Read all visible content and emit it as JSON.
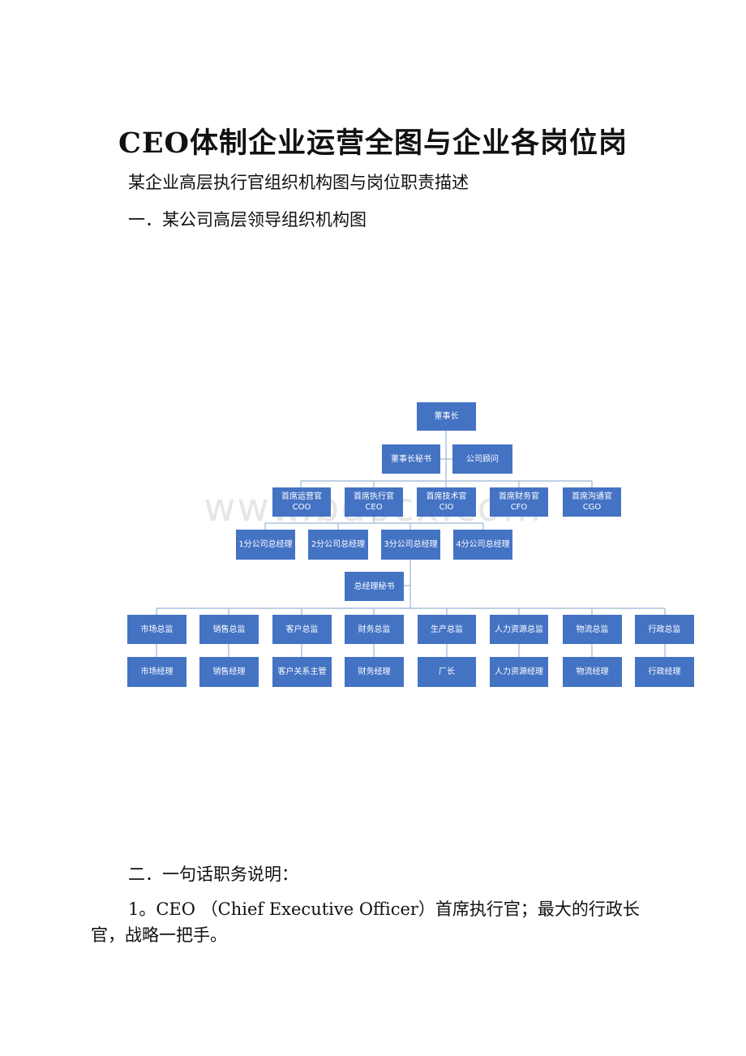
{
  "doc": {
    "title": "CEO体制企业运营全图与企业各岗位岗",
    "subtitle": "某企业高层执行官组织机构图与岗位职责描述",
    "section1": "一．某公司高层领导组织机构图",
    "section2": "二．一句话职务说明：",
    "item1_line1": "1。CEO （Chief Executive Officer）首席执行官；最大的行政长",
    "item1_line2": "官，战略一把手。"
  },
  "watermark": "www.bdocx.com",
  "org": {
    "chairman": "董事长",
    "chairman_secretary": "董事长秘书",
    "advisor": "公司顾问",
    "officers": [
      {
        "title": "首席运营官",
        "abbr": "COO"
      },
      {
        "title": "首席执行官",
        "abbr": "CEO"
      },
      {
        "title": "首席技术官",
        "abbr": "CIO"
      },
      {
        "title": "首席财务官",
        "abbr": "CFO"
      },
      {
        "title": "首席沟通官",
        "abbr": "CGO"
      }
    ],
    "branches": [
      "1分公司总经理",
      "2分公司总经理",
      "3分公司总经理",
      "4分公司总经理"
    ],
    "gm_secretary": "总经理秘书",
    "directors": [
      "市场总监",
      "销售总监",
      "客户总监",
      "财务总监",
      "生产总监",
      "人力资源总监",
      "物流总监",
      "行政总监"
    ],
    "managers": [
      "市场经理",
      "销售经理",
      "客户关系主管",
      "财务经理",
      "厂长",
      "人力资源经理",
      "物流经理",
      "行政经理"
    ]
  },
  "colors": {
    "box": "#4473c4",
    "connector": "#a9c0dc"
  }
}
